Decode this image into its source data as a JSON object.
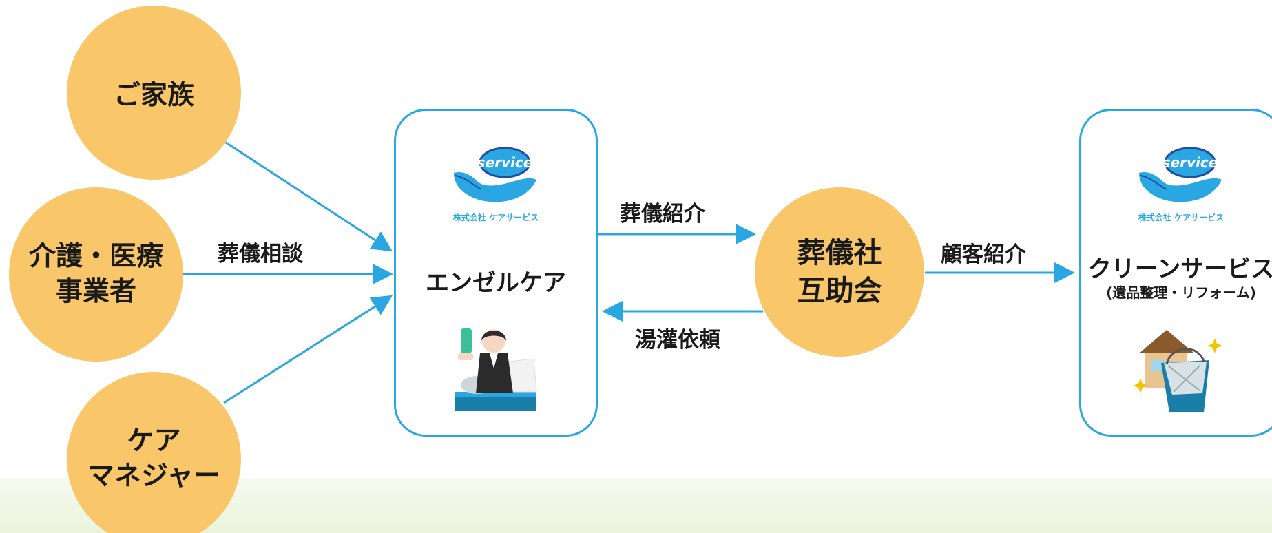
{
  "nodes": {
    "family": {
      "lines": [
        "ご家族"
      ]
    },
    "care_providers": {
      "lines": [
        "介護・医療",
        "事業者"
      ]
    },
    "care_manager": {
      "lines": [
        "ケア",
        "マネジャー"
      ]
    },
    "funeral_company": {
      "lines": [
        "葬儀社",
        "互助会"
      ]
    }
  },
  "angel_care_box": {
    "logo_text": "service",
    "company": "株式会社 ケアサービス",
    "title": "エンゼルケア"
  },
  "clean_service_box": {
    "logo_text": "service",
    "company": "株式会社 ケアサービス",
    "title": "クリーンサービス",
    "subtitle": "(遺品整理・リフォーム)"
  },
  "edge_labels": {
    "consultation": "葬儀相談",
    "funeral_referral": "葬儀紹介",
    "bathing_request": "湯灌依頼",
    "customer_referral": "顧客紹介"
  },
  "colors": {
    "circle_fill": "#f9c66a",
    "accent_blue": "#2aa7e3",
    "logo_dark_blue": "#1f4fa3"
  }
}
